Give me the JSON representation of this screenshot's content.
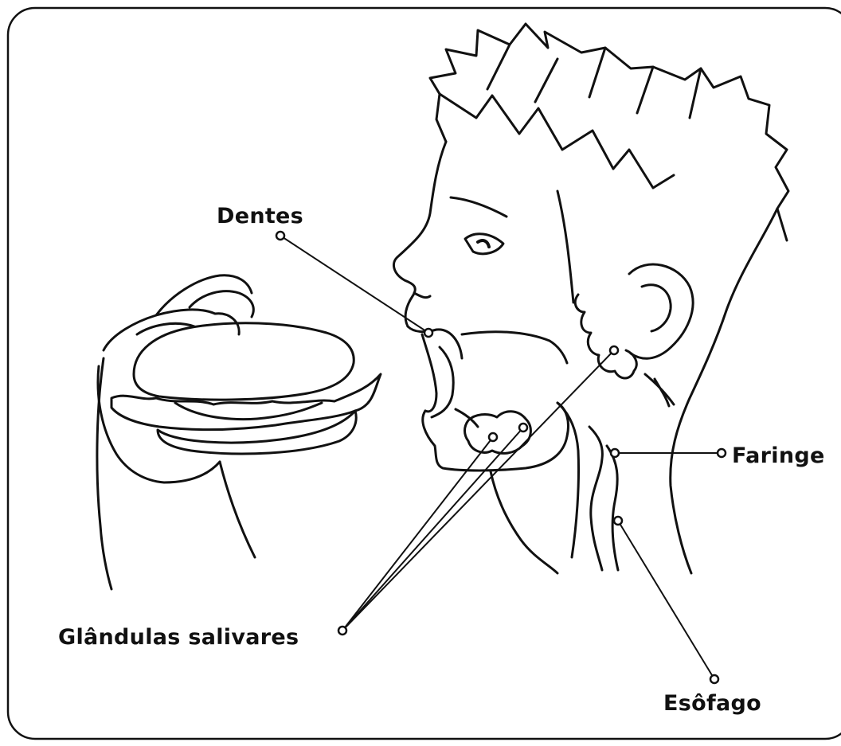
{
  "labels": {
    "teeth": "Dentes",
    "pharynx": "Faringe",
    "salivary_glands": "Glândulas salivares",
    "esophagus": "Esôfago"
  },
  "colors": {
    "ink": "#111111",
    "background": "#ffffff"
  }
}
